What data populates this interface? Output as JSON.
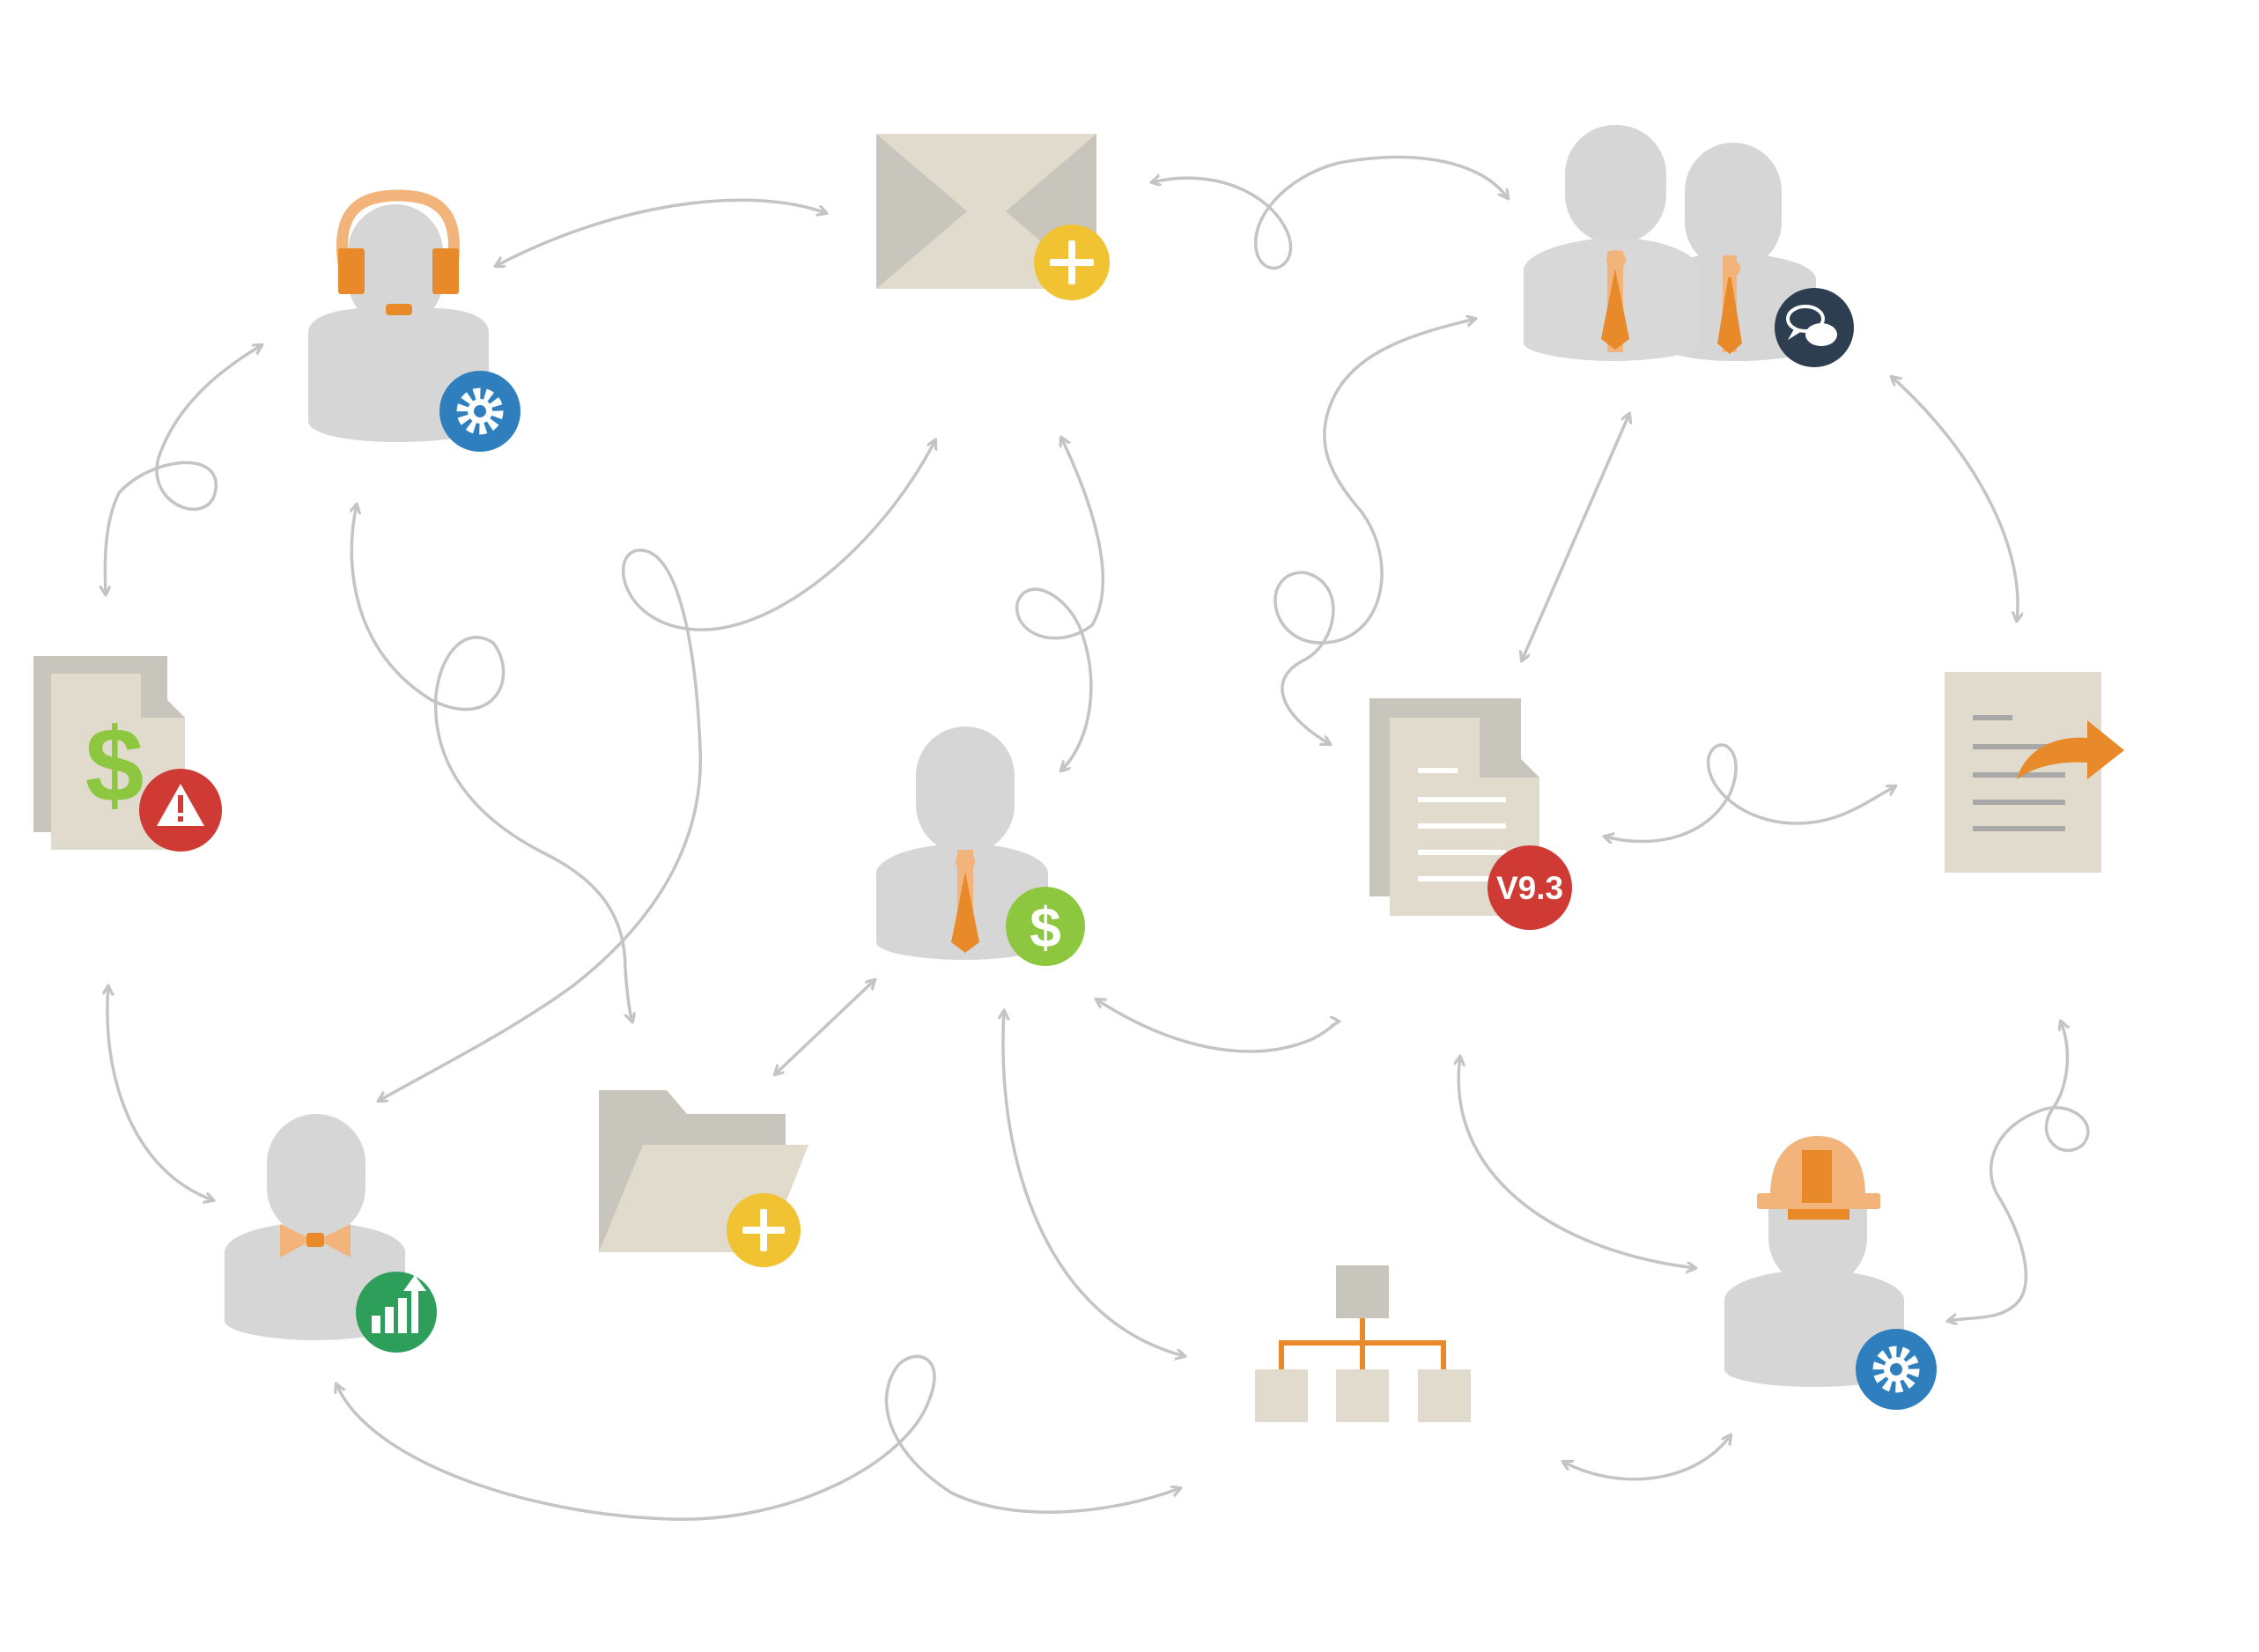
{
  "colors": {
    "person": "#d6d6d6",
    "person_shade": "#cbcbcb",
    "doc": "#e0dbcc",
    "doc_dark": "#c8c5bd",
    "connector": "#c4c4c4",
    "orange": "#e8892a",
    "orange_light": "#f2b47a",
    "blue_badge": "#2f7fbf",
    "yellow_badge": "#f1c231",
    "red_badge": "#cf3a34",
    "green_badge": "#8dc63f",
    "dark_green_badge": "#2e9e5b",
    "navy_badge": "#2c3e50",
    "dollar_green": "#8dc63f"
  },
  "nodes": [
    {
      "id": "support-agent",
      "icon": "headset-person-icon",
      "badge": "gear-icon"
    },
    {
      "id": "new-email",
      "icon": "envelope-icon",
      "badge": "plus-icon"
    },
    {
      "id": "team-chat",
      "icon": "two-people-icon",
      "badge": "chat-bubbles-icon"
    },
    {
      "id": "finance-alert",
      "icon": "dollar-document-icon",
      "badge": "warning-icon"
    },
    {
      "id": "finance-person",
      "icon": "person-tie-icon",
      "badge": "dollar-icon"
    },
    {
      "id": "versioned-document",
      "icon": "document-stack-icon",
      "badge": "version-badge"
    },
    {
      "id": "shared-document",
      "icon": "document-icon",
      "badge": "share-arrow-icon"
    },
    {
      "id": "analyst",
      "icon": "bowtie-person-icon",
      "badge": "bar-chart-icon"
    },
    {
      "id": "new-folder",
      "icon": "folder-icon",
      "badge": "plus-icon"
    },
    {
      "id": "org-hierarchy",
      "icon": "hierarchy-icon",
      "badge": ""
    },
    {
      "id": "engineer",
      "icon": "hardhat-person-icon",
      "badge": "gear-icon"
    }
  ],
  "version_label": "V9.3"
}
